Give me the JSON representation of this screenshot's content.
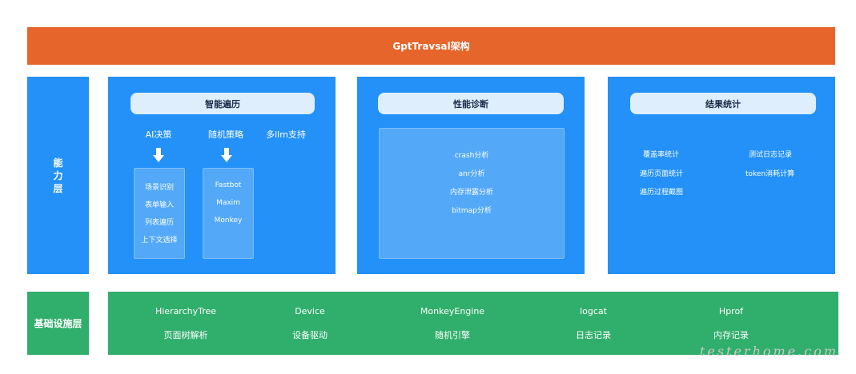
{
  "colors": {
    "title_bg": "#e5652a",
    "blue": "#2391f7",
    "green": "#30ae6b",
    "pill_bg": "#deeefc",
    "pill_text": "#1b2a4a"
  },
  "title": "GptTravsal架构",
  "capability_layer": {
    "label": "能力层",
    "panels": {
      "traversal": {
        "title": "智能遍历",
        "col1": {
          "heading": "AI决策",
          "items": [
            "场景识别",
            "表单输入",
            "列表遍历",
            "上下文选择"
          ]
        },
        "col2": {
          "heading": "随机策略",
          "items": [
            "Fastbot",
            "Maxim",
            "Monkey"
          ]
        },
        "col3": {
          "heading": "多llm支持"
        }
      },
      "perf": {
        "title": "性能诊断",
        "items": [
          "crash分析",
          "anr分析",
          "内存泄露分析",
          "bitmap分析"
        ]
      },
      "stats": {
        "title": "结果统计",
        "left": [
          "覆盖率统计",
          "遍历页面统计",
          "遍历过程截图"
        ],
        "right": [
          "测试日志记录",
          "token消耗计算"
        ]
      }
    }
  },
  "infra_layer": {
    "label": "基础设施层",
    "items": [
      {
        "en": "HierarchyTree",
        "cn": "页面树解析"
      },
      {
        "en": "Device",
        "cn": "设备驱动"
      },
      {
        "en": "MonkeyEngine",
        "cn": "随机引擎"
      },
      {
        "en": "logcat",
        "cn": "日志记录"
      },
      {
        "en": "Hprof",
        "cn": "内存记录"
      }
    ]
  },
  "watermark": "testerhome.com"
}
